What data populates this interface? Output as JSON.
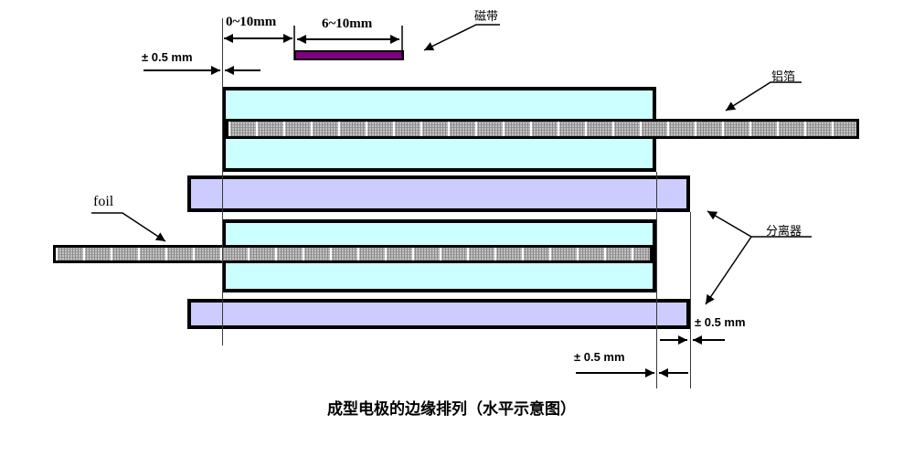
{
  "diagram": {
    "caption": "成型电极的边缘排列（水平示意图）",
    "dimensions": {
      "edge_offset": "0~10mm",
      "tape_width": "6~10mm",
      "left_tolerance": "± 0.5 mm",
      "separator_right_tolerance": "± 0.5 mm",
      "electrode_right_tolerance": "± 0.5 mm"
    },
    "labels": {
      "tape": "磁带",
      "aluminum_foil": "铝箔",
      "foil": "foil",
      "separator": "分离器"
    },
    "colors": {
      "electrode_fill": "#CCFFFF",
      "separator_fill": "#CCCCFF",
      "tape_fill": "#800080",
      "foil_fill": "#C3C3C3",
      "outline": "#000000"
    }
  }
}
